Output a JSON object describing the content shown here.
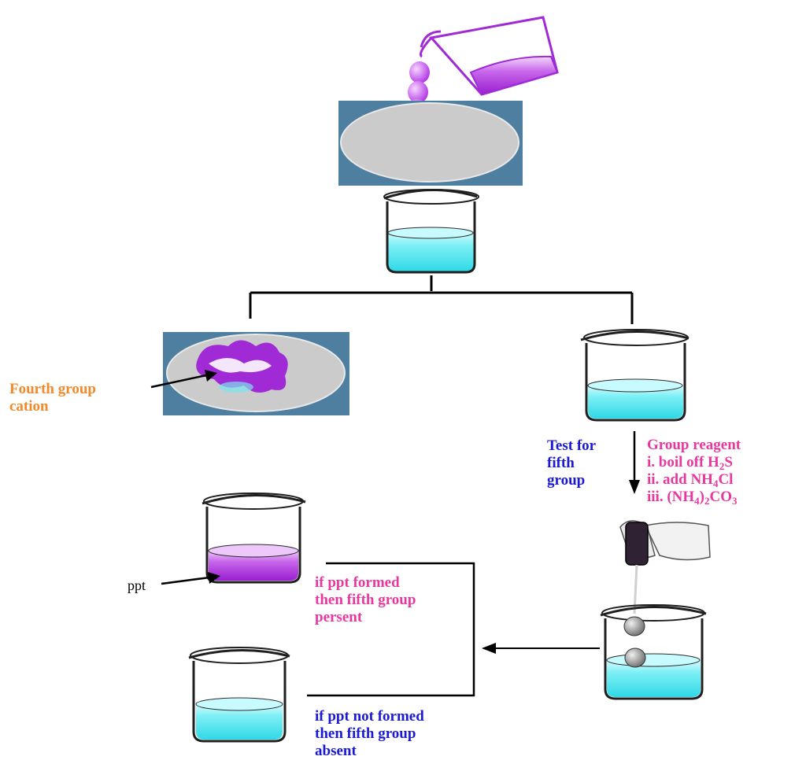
{
  "labels": {
    "fourth_group_line1": "Fourth group",
    "fourth_group_line2": "cation",
    "test_line1": "Test for",
    "test_line2": "fifth",
    "test_line3": "group",
    "reagent_title": "Group reagent",
    "reagent_1_prefix": "i. boil off H",
    "reagent_1_sub": "2",
    "reagent_1_suffix": "S",
    "reagent_2_prefix": "ii. add NH",
    "reagent_2_sub": "4",
    "reagent_2_suffix": "Cl",
    "reagent_3_prefix": "iii. (NH",
    "reagent_3_sub1": "4",
    "reagent_3_mid": ")",
    "reagent_3_sub2": "2",
    "reagent_3_mid2": "CO",
    "reagent_3_sub3": "3",
    "ppt": "ppt",
    "present_line1": "if ppt  formed",
    "present_line2": "then fifth group",
    "present_line3": "persent",
    "absent_line1": "if ppt not formed",
    "absent_line2": "then fifth group",
    "absent_line3": "absent"
  },
  "colors": {
    "orange_text": "#f28a2b",
    "blue_text": "#1a1ad6",
    "magenta_text": "#e8379e",
    "liquid_cyan": "#3fe3ee",
    "liquid_purple": "#b638e0",
    "filter_backdrop": "#4f7fa0",
    "filter_paper": "#cbcbcb"
  }
}
